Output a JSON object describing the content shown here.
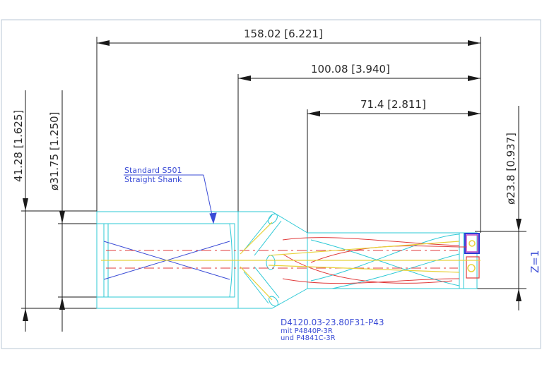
{
  "dimensions": {
    "overall_length": "158.02 [6.221]",
    "body_length": "100.08 [3.940]",
    "flute_length": "71.4 [2.811]",
    "flange_diameter": "41.28 [1.625]",
    "shank_diameter": "ø31.75 [1.250]",
    "drill_diameter": "ø23.8 [0.937]"
  },
  "shank_note": {
    "line1": "Standard S501",
    "line2": "Straight Shank"
  },
  "flutes": "Z=1",
  "part": {
    "number": "D4120.03-23.80F31-P43",
    "insert1": "mit P4840P-3R",
    "insert2": "und P4841C-3R"
  },
  "colors": {
    "outline": "#2ec9d6",
    "dimension": "#1a1a1a",
    "centerline": "#e03a3a",
    "coolant": "#e8d23a",
    "annotation": "#3a4bd6",
    "frame": "#b9c7d6"
  }
}
